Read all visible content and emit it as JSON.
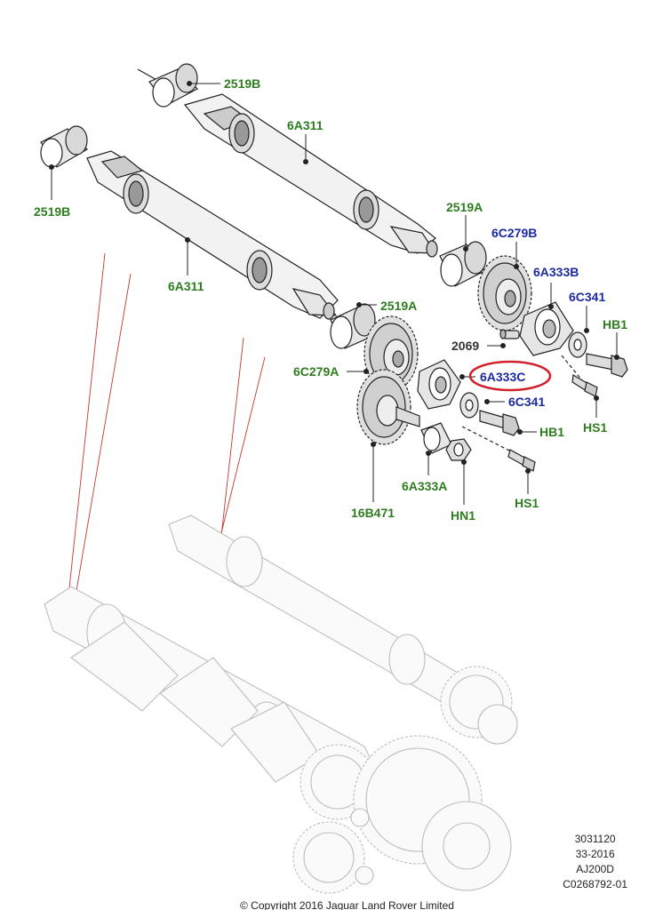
{
  "labels": {
    "bearing_2519b_upper": "2519B",
    "bearing_2519b_lower": "2519B",
    "shaft_6a311_upper": "6A311",
    "shaft_6a311_lower": "6A311",
    "bearing_2519a_upper": "2519A",
    "bearing_2519a_lower": "2519A",
    "gear_6c279b": "6C279B",
    "housing_6a333b": "6A333B",
    "washer_6c341_upper": "6C341",
    "bolt_hb1_upper": "HB1",
    "pin_2069": "2069",
    "gear_6c279a": "6C279A",
    "housing_6a333c": "6A333C",
    "washer_6c341_lower": "6C341",
    "bolt_hb1_lower": "HB1",
    "screw_hs1_upper": "HS1",
    "idler_gear_16b471": "16B471",
    "spacer_6a333a": "6A333A",
    "nut_hn1": "HN1",
    "screw_hs1_lower": "HS1"
  },
  "footer": {
    "code1": "3031120",
    "code2": "33-2016",
    "code3": "AJ200D",
    "code4": "C0268792-01",
    "copyright": "© Copyright 2016 Jaguar Land Rover Limited"
  },
  "colors": {
    "label_green": "#2e7d1e",
    "label_blue": "#1c2aa0",
    "highlight_red": "#d0202a",
    "leader_red": "#c0392b"
  }
}
